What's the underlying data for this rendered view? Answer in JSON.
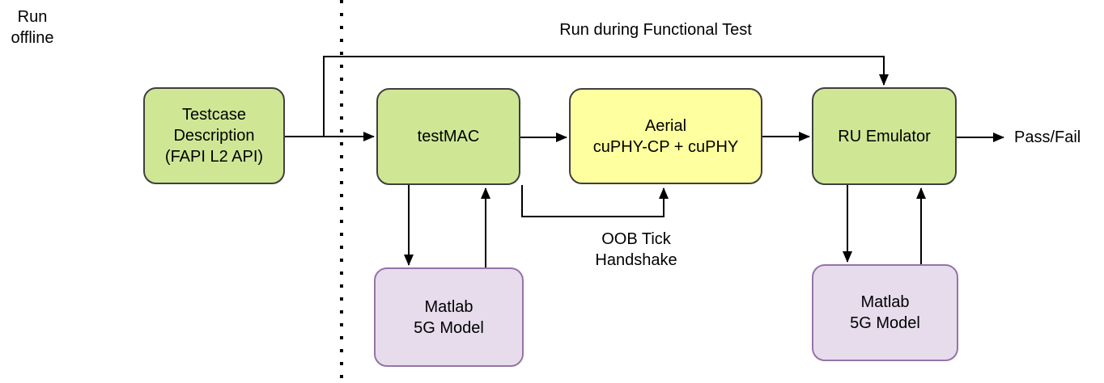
{
  "diagram": {
    "zones": {
      "run_offline": "Run offline",
      "run_during_functional_test": "Run during Functional Test"
    },
    "boxes": {
      "testcase": {
        "lines": [
          "Testcase",
          "Description",
          "(FAPI L2 API)"
        ]
      },
      "testmac": {
        "lines": [
          "testMAC"
        ]
      },
      "aerial": {
        "lines": [
          "Aerial",
          "cuPHY-CP + cuPHY"
        ]
      },
      "ru_emulator": {
        "lines": [
          "RU Emulator"
        ]
      },
      "matlab_left": {
        "lines": [
          "Matlab",
          "5G Model"
        ]
      },
      "matlab_right": {
        "lines": [
          "Matlab",
          "5G Model"
        ]
      }
    },
    "annotations": {
      "oob_tick_handshake": "OOB Tick Handshake",
      "pass_fail": "Pass/Fail"
    },
    "colors": {
      "green_fill": "#cfe795",
      "green_border": "#3f3f3f",
      "yellow_fill": "#feff9e",
      "yellow_border": "#3f3f3f",
      "purple_fill": "#e6dcec",
      "purple_border": "#9673a6",
      "line": "#000000"
    }
  }
}
